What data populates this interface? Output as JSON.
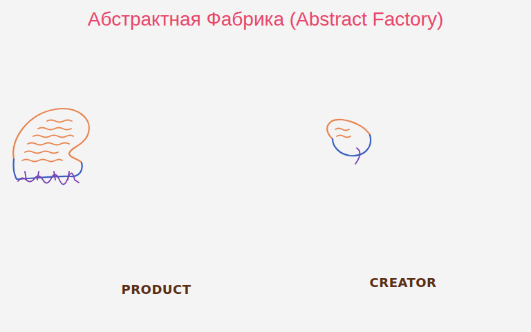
{
  "diagram": {
    "title": "Абстрактная Фабрика (Abstract Factory)",
    "labels": [
      "PRODUCT",
      "CREATOR"
    ]
  }
}
